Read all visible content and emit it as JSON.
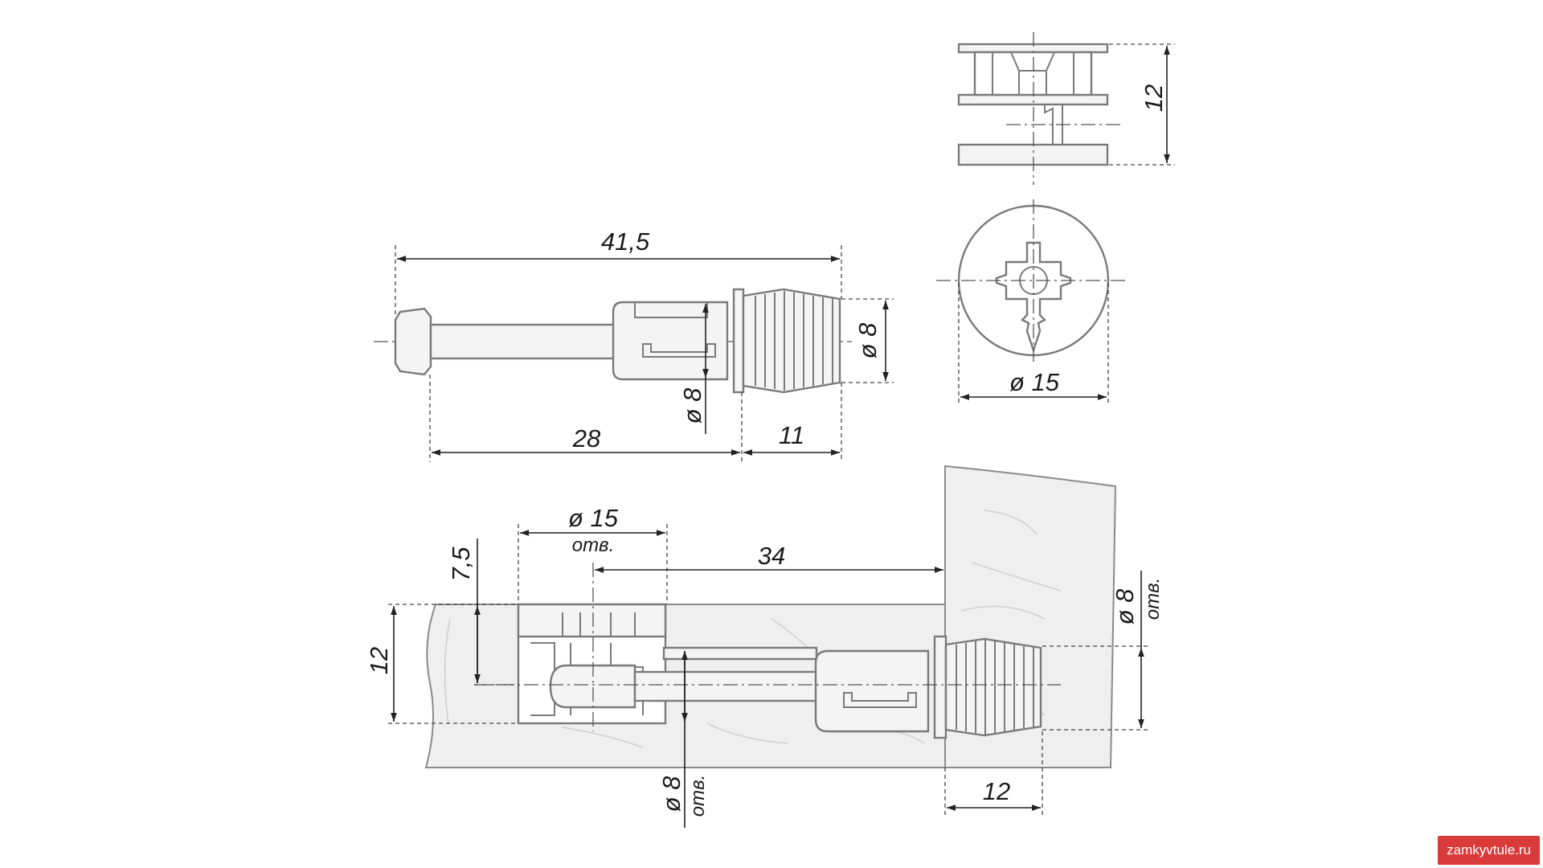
{
  "dimensions": {
    "total_length": "41,5",
    "bolt_length": "28",
    "dowel_length": "11",
    "dowel_diameter": "ø 8",
    "collar_diameter": "ø 8",
    "cam_height": "12",
    "cam_diameter": "ø 15",
    "hole_diameter_cam": "ø 15",
    "hole_label": "отв.",
    "cam_center_offset": "7,5",
    "distance_to_edge": "34",
    "board_thickness": "12",
    "dowel_hole_diameter": "ø 8",
    "bolt_hole_diameter": "ø 8",
    "dowel_depth": "12"
  },
  "watermark": "zamkyvtule.ru",
  "colors": {
    "line": "#7a7a7a",
    "dimension": "#222222",
    "board_fill": "#efefef",
    "watermark_bg": "#d93a3a"
  }
}
